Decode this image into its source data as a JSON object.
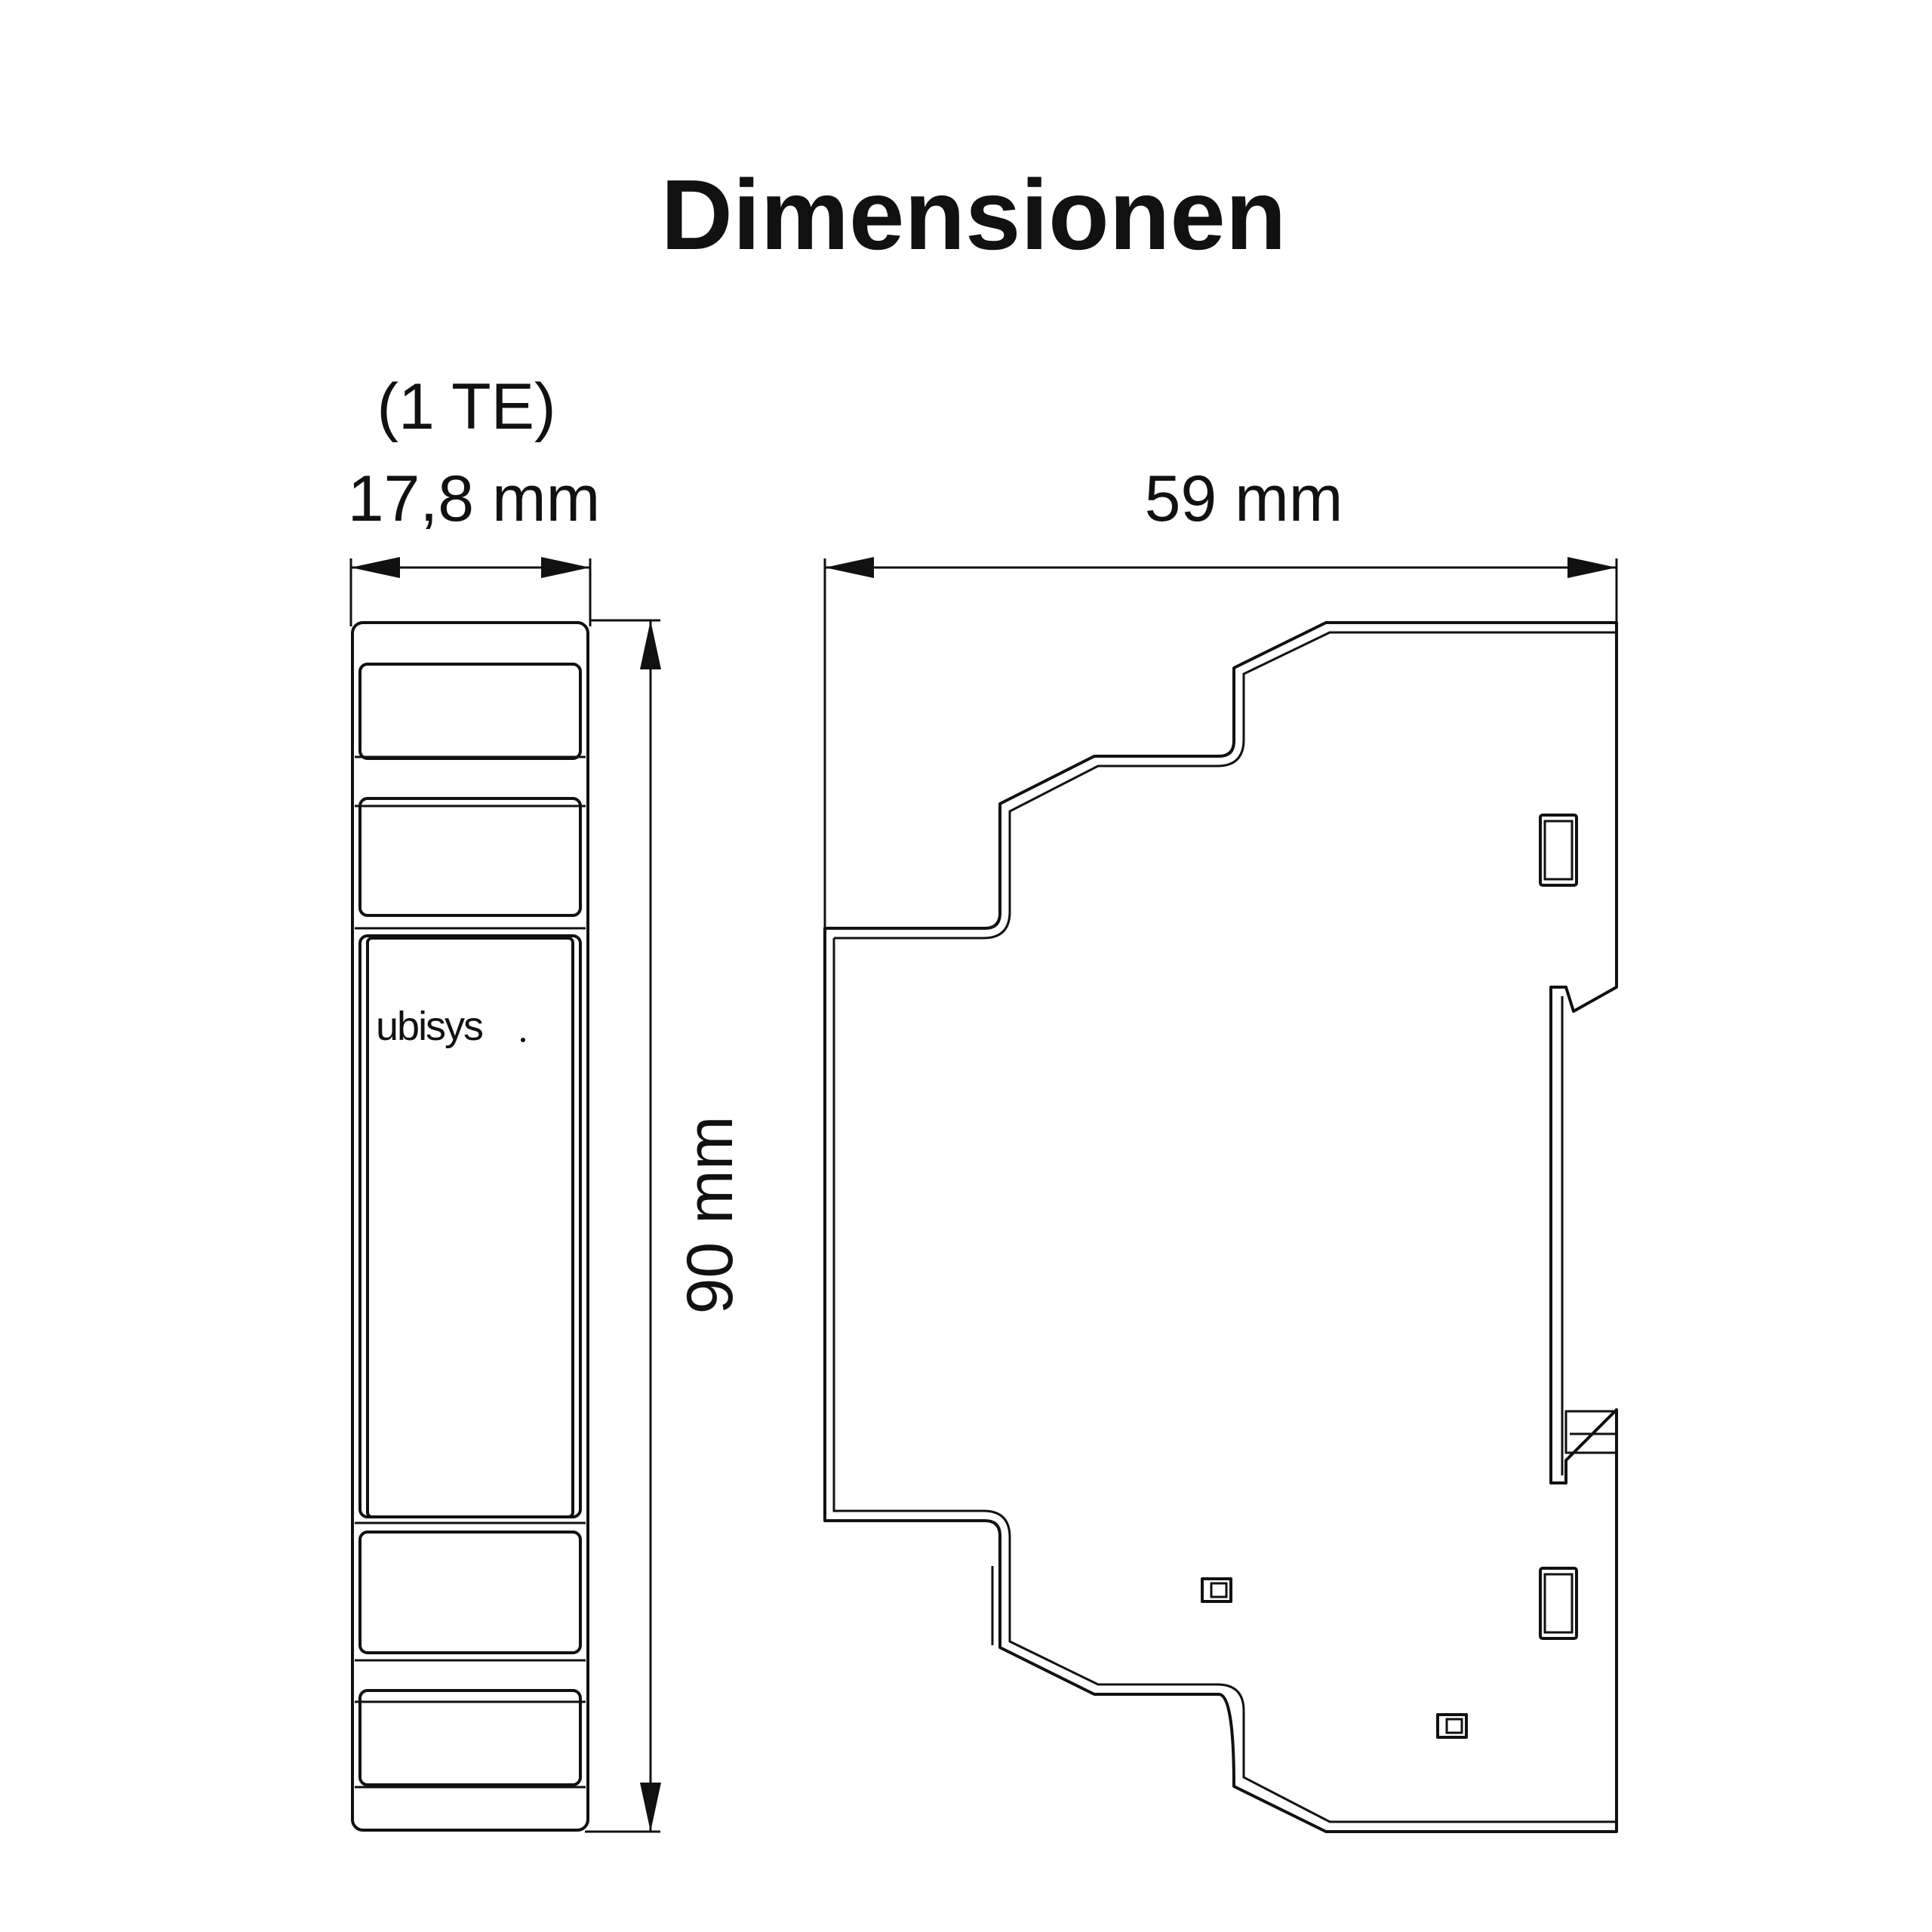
{
  "title": "Dimensionen",
  "front_view": {
    "module_unit_label": "(1 TE)",
    "width_label": "17,8 mm",
    "height_label": "90 mm",
    "logo_text": "ubisys"
  },
  "side_view": {
    "depth_label": "59 mm"
  }
}
